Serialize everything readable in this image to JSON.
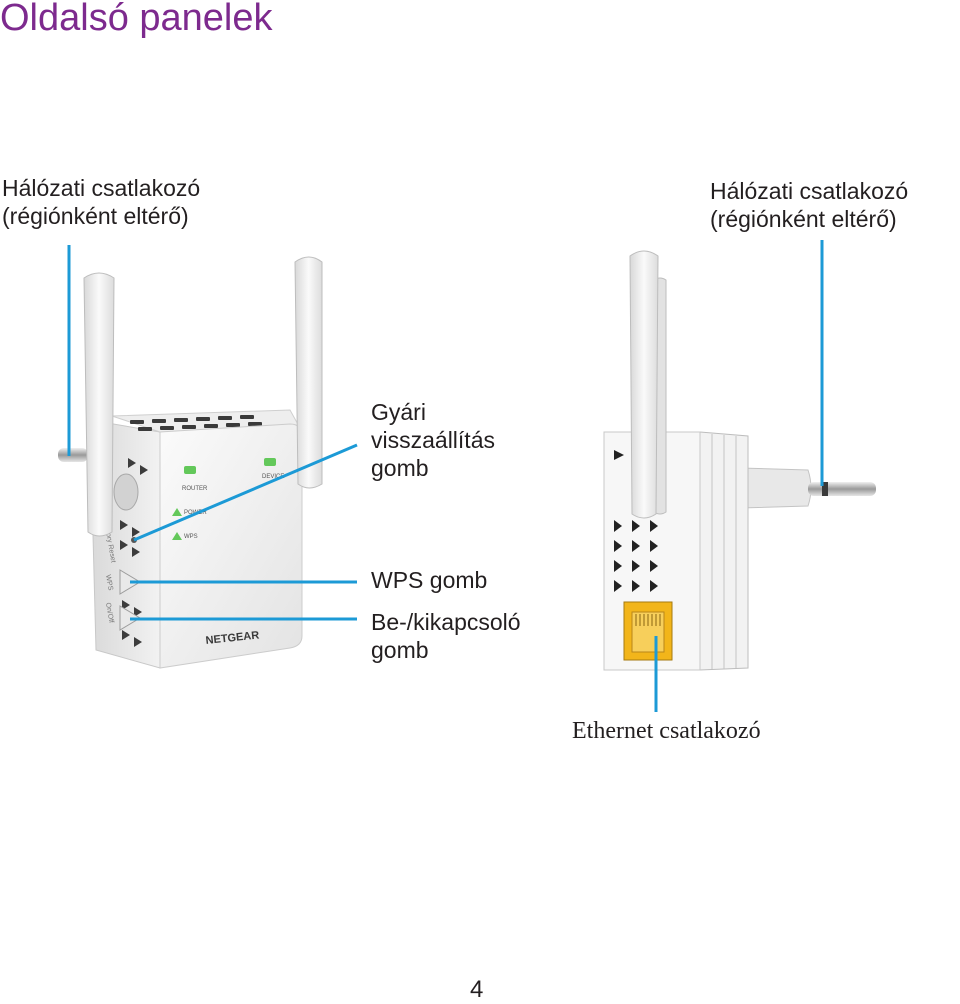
{
  "page": {
    "title": "Oldalsó panelek",
    "page_number": "4"
  },
  "callouts": {
    "left_plug": {
      "line1": "Hálózati csatlakozó",
      "line2": "(régiónként eltérő)"
    },
    "right_plug": {
      "line1": "Hálózati csatlakozó",
      "line2": "(régiónként eltérő)"
    },
    "factory_reset": {
      "line1": "Gyári",
      "line2": "visszaállítás",
      "line3": "gomb"
    },
    "wps_button": {
      "line1": "WPS gomb"
    },
    "power_switch": {
      "line1": "Be-/kikapcsoló",
      "line2": "gomb"
    },
    "ethernet_port": {
      "line1": "Ethernet csatlakozó"
    }
  },
  "device": {
    "brand": "NETGEAR",
    "led_router": "ROUTER",
    "led_device": "DEVICE",
    "led_power": "POWER",
    "led_wps": "WPS",
    "side_factory": "Factory Reset",
    "side_wps": "WPS",
    "side_onoff": "On/Off"
  },
  "colors": {
    "title": "#7d2a8e",
    "callout_line": "#1c9ad6",
    "led_green": "#63c85a",
    "ethernet_yellow": "#f2b51a"
  }
}
